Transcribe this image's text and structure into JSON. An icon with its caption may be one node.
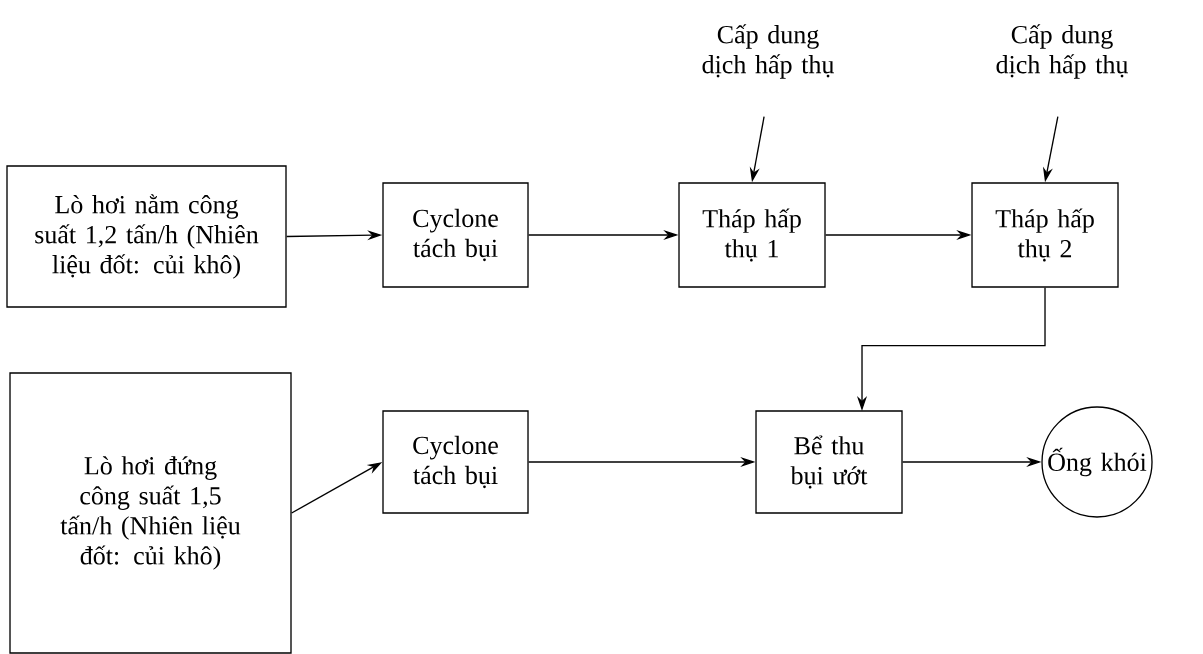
{
  "diagram": {
    "nodes": [
      {
        "text": [
          "Lò hơi nằm công suất 1,2 tấn/h (Nhiên liệu đốt: củi khô)"
        ]
      },
      {
        "text": [
          "Cyclone tách bụi"
        ]
      },
      {
        "text": [
          "Tháp hấp thụ 1"
        ]
      },
      {
        "text": [
          "Tháp hấp thụ 2"
        ]
      },
      {
        "text": [
          "Cấp dung dịch hấp thụ"
        ]
      },
      {
        "text": [
          "Cấp dung dịch hấp thụ"
        ]
      },
      {
        "text": [
          "Lò hơi đứng công suất 1,5 tấn/h (Nhiên liệu đốt: củi khô)"
        ]
      },
      {
        "text": [
          "Cyclone tách bụi"
        ]
      },
      {
        "text": [
          "Bể thu bụi ướt"
        ]
      },
      {
        "text": [
          "Ống khói"
        ]
      }
    ],
    "edges": [
      {
        "from": 0,
        "to": 1,
        "arrow": "to"
      },
      {
        "from": 1,
        "to": 2,
        "arrow": "to"
      },
      {
        "from": 2,
        "to": 3,
        "arrow": "to"
      },
      {
        "from": 4,
        "to": 2,
        "arrow": "to"
      },
      {
        "from": 5,
        "to": 3,
        "arrow": "to"
      },
      {
        "from": 3,
        "to": 8,
        "arrow": "to"
      },
      {
        "from": 6,
        "to": 7,
        "arrow": "to"
      },
      {
        "from": 7,
        "to": 8,
        "arrow": "to"
      },
      {
        "from": 8,
        "to": 9,
        "arrow": "to"
      }
    ]
  }
}
